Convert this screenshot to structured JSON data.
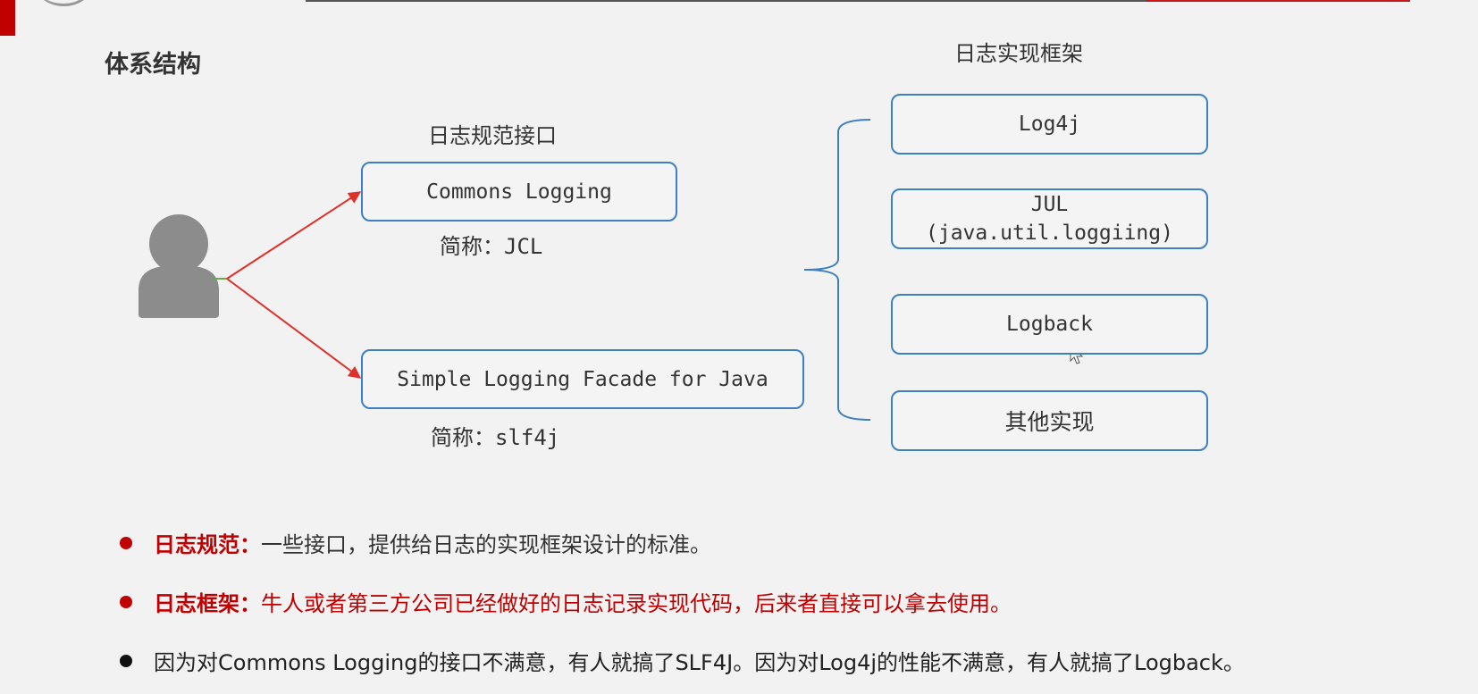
{
  "section_title": "体系结构",
  "interface_heading": "日志规范接口",
  "impl_heading": "日志实现框架",
  "interfaces": [
    {
      "name": "Commons Logging",
      "alias_prefix": "简称：",
      "alias_code": "JCL"
    },
    {
      "name": "Simple Logging Facade for Java",
      "alias_prefix": "简称：",
      "alias_code": "slf4j"
    }
  ],
  "implementations": {
    "log4j": "Log4j",
    "jul_line1": "JUL",
    "jul_line2": "(java.util.loggiing)",
    "logback": "Logback",
    "other": "其他实现"
  },
  "bullets": [
    {
      "key": "日志规范：",
      "text": "一些接口，提供给日志的实现框架设计的标准。",
      "key_color": "#c00000",
      "text_color": "#333333"
    },
    {
      "key": "日志框架：",
      "text": "牛人或者第三方公司已经做好的日志记录实现代码，后来者直接可以拿去使用。",
      "key_color": "#c00000",
      "text_color": "#c00000"
    },
    {
      "key": "",
      "text": "因为对Commons Logging的接口不满意，有人就搞了SLF4J。因为对Log4j的性能不满意，有人就搞了Logback。",
      "text_color": "#222222"
    }
  ],
  "colors": {
    "accent_red": "#c00000",
    "box_border": "#3d7fc1",
    "arrow": "#e0302a"
  },
  "icons": [
    "user-icon",
    "cursor-icon"
  ]
}
